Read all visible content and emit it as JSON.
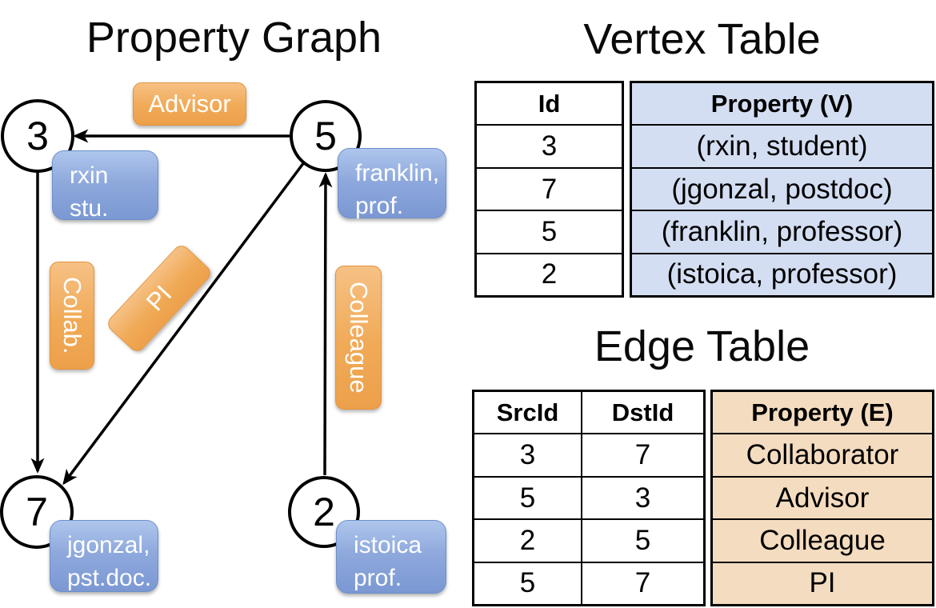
{
  "titles": {
    "property_graph": "Property Graph",
    "vertex_table": "Vertex Table",
    "edge_table": "Edge Table"
  },
  "graph": {
    "nodes": [
      {
        "id": "3",
        "line1": "rxin",
        "line2": "stu."
      },
      {
        "id": "5",
        "line1": "franklin,",
        "line2": "prof."
      },
      {
        "id": "7",
        "line1": "jgonzal,",
        "line2": "pst.doc."
      },
      {
        "id": "2",
        "line1": "istoica",
        "line2": "prof."
      }
    ],
    "edge_labels": {
      "advisor": "Advisor",
      "collab": "Collab.",
      "pi": "PI",
      "colleague": "Colleague"
    },
    "edges": [
      {
        "src": "5",
        "dst": "3",
        "label": "Advisor"
      },
      {
        "src": "3",
        "dst": "7",
        "label": "Collab."
      },
      {
        "src": "5",
        "dst": "7",
        "label": "PI"
      },
      {
        "src": "2",
        "dst": "5",
        "label": "Colleague"
      }
    ]
  },
  "vertex_table": {
    "columns": [
      "Id",
      "Property (V)"
    ],
    "rows": [
      [
        "3",
        "(rxin, student)"
      ],
      [
        "7",
        "(jgonzal, postdoc)"
      ],
      [
        "5",
        "(franklin, professor)"
      ],
      [
        "2",
        "(istoica, professor)"
      ]
    ]
  },
  "edge_table": {
    "columns": [
      "SrcId",
      "DstId",
      "Property (E)"
    ],
    "rows": [
      [
        "3",
        "7",
        "Collaborator"
      ],
      [
        "5",
        "3",
        "Advisor"
      ],
      [
        "2",
        "5",
        "Colleague"
      ],
      [
        "5",
        "7",
        "PI"
      ]
    ]
  },
  "colors": {
    "edge_label_orange": "#eda04a",
    "vertex_prop_blue": "#85a3dc",
    "vertex_table_fill": "#d4def2",
    "edge_table_fill": "#f4dcc0",
    "line_black": "#000000"
  }
}
